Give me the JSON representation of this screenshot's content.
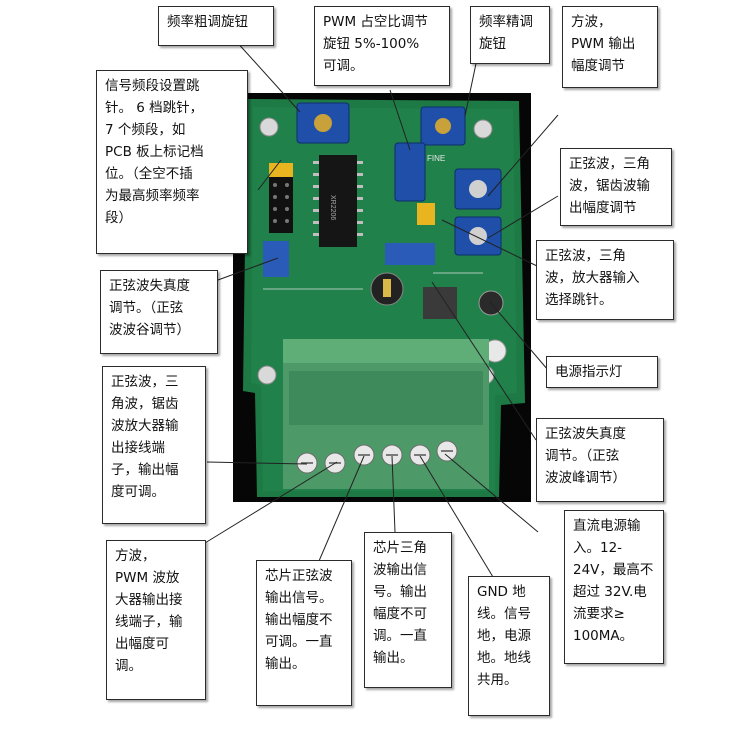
{
  "callouts": {
    "freq_coarse": "频率粗调旋钮",
    "pwm_duty": "PWM 占空比调节\n旋钮 5%-100%\n可调。",
    "freq_fine": "频率精调\n旋钮",
    "square_amp": "方波，\nPWM 输出\n幅度调节",
    "band_jumper": "信号频段设置跳\n针。 6 档跳针，\n7 个频段，如\nPCB 板上标记档\n位。（全空不插\n为最高频率频率\n段）",
    "wave_amp": "正弦波，三角\n波，锯齿波输\n出幅度调节",
    "amp_input_jumper": "正弦波，三角\n波，放大器输入\n选择跳针。",
    "sine_valley": "正弦波失真度\n调节。（正弦\n波波谷调节）",
    "power_led": "电源指示灯",
    "wave_terminal": "正弦波，三\n角波，锯齿\n波放大器输\n出接线端\n子，输出幅\n度可调。",
    "sine_peak": "正弦波失真度\n调节。（正弦\n波波峰调节）",
    "dc_power": "直流电源输\n入。12-\n24V，最高不\n超过 32V.电\n流要求≥\n100MA。",
    "square_terminal": "方波，\nPWM 波放\n大器输出接\n线端子，输\n出幅度可\n调。",
    "chip_sine": "芯片正弦波\n输出信号。\n输出幅度不\n可调。一直\n输出。",
    "chip_triangle": "芯片三角\n波输出信\n号。输出\n幅度不可\n调。一直\n输出。",
    "gnd": "GND 地\n线。信号\n地，电源\n地。地线\n共用。"
  },
  "board_labels": {
    "fine": "FINE",
    "chip": "XR2206"
  }
}
